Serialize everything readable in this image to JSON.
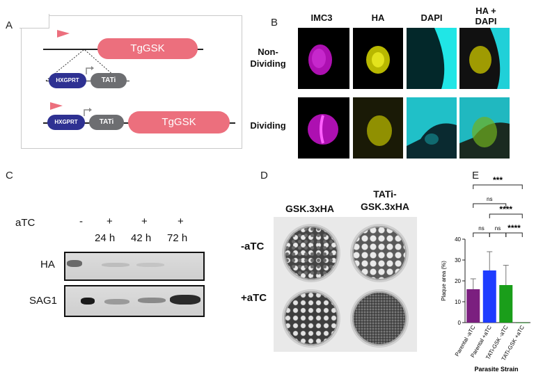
{
  "panel_labels": {
    "a": "A",
    "b": "B",
    "c": "C",
    "d": "D",
    "e": "E"
  },
  "panelA": {
    "gene": "TgGSK",
    "marker": "HXGPRT",
    "promoter": "TATi"
  },
  "panelB": {
    "columns": [
      "IMC3",
      "HA",
      "DAPI",
      "HA +\nDAPI"
    ],
    "rows": [
      "Non-\nDividing",
      "Dividing"
    ]
  },
  "panelC": {
    "atc_label": "aTC",
    "lanes": [
      "-",
      "+",
      "+",
      "+"
    ],
    "times": [
      "24 h",
      "42 h",
      "72 h"
    ],
    "blots": [
      "HA",
      "SAG1"
    ]
  },
  "panelD": {
    "columns": [
      "GSK.3xHA",
      "TATi-\nGSK.3xHA"
    ],
    "rows": [
      "-aTC",
      "+aTC"
    ]
  },
  "chart_data": {
    "type": "bar",
    "categories": [
      "Parental -aTC",
      "Parental +aTC",
      "TATi-GSK -aTC",
      "TATi-GSK +aTC"
    ],
    "values": [
      16,
      25,
      18,
      0
    ],
    "errors": [
      5,
      9,
      9.5,
      0
    ],
    "colors": [
      "#7b1f7f",
      "#1e3cff",
      "#1a9e1a",
      "#2b9a2b"
    ],
    "ylabel": "Plaque area (%)",
    "xlabel": "Parasite Strain",
    "ylim": [
      0,
      40
    ],
    "yticks": [
      0,
      10,
      20,
      30,
      40
    ],
    "significance": [
      {
        "from": 0,
        "to": 3,
        "label": "***"
      },
      {
        "from": 0,
        "to": 2,
        "label": "ns"
      },
      {
        "from": 1,
        "to": 3,
        "label": "****"
      },
      {
        "from": 0,
        "to": 1,
        "label": "ns"
      },
      {
        "from": 1,
        "to": 2,
        "label": "ns"
      },
      {
        "from": 2,
        "to": 3,
        "label": "****"
      }
    ]
  }
}
